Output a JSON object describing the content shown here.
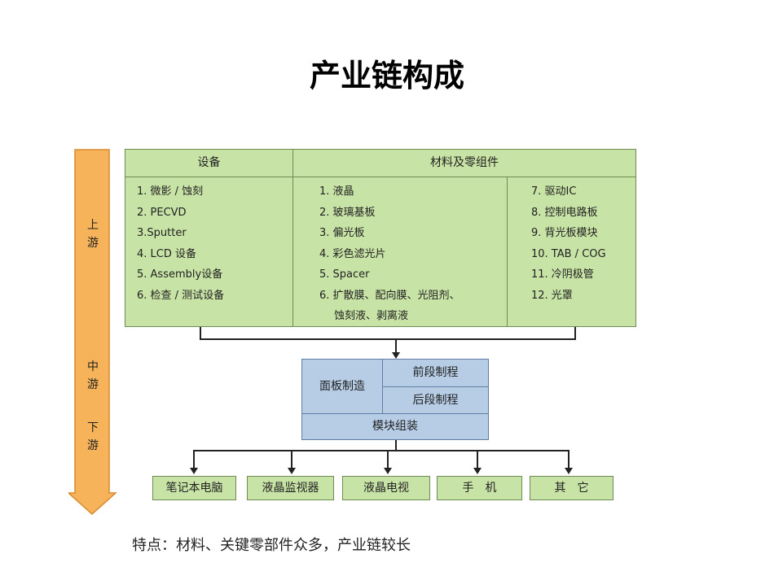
{
  "title": "产业链构成",
  "stages": {
    "upstream": [
      "上",
      "游"
    ],
    "midstream": [
      "中",
      "游"
    ],
    "downstream": [
      "下",
      "游"
    ]
  },
  "equipment": {
    "header": "设备",
    "items": [
      "1. 微影 / 蚀刻",
      "2. PECVD",
      "3.Sputter",
      "4. LCD 设备",
      "5. Assembly设备",
      "6. 检查 / 测试设备"
    ]
  },
  "materials": {
    "header": "材料及零组件",
    "left_items": [
      "1. 液晶",
      "2. 玻璃基板",
      "3. 偏光板",
      "4. 彩色滤光片",
      "5. Spacer",
      "6. 扩散膜、配向膜、光阻剂、",
      "蚀刻液、剥离液"
    ],
    "right_items": [
      "7. 驱动IC",
      "8. 控制电路板",
      "9. 背光板模块",
      "10. TAB / COG",
      "11. 冷阴极管",
      "12. 光罩"
    ]
  },
  "panel": {
    "main_label": "面板制造",
    "front_label": "前段制程",
    "back_label": "后段制程",
    "module_label": "模块组装"
  },
  "products": [
    "笔记本电脑",
    "液晶监视器",
    "液晶电视",
    "手　机",
    "其　它"
  ],
  "caption": "特点：材料、关键零部件众多，产业链较长",
  "colors": {
    "green_box": "#c8e3a6",
    "blue_box": "#b7cde6",
    "arrow_orange": "#f6b35a"
  }
}
